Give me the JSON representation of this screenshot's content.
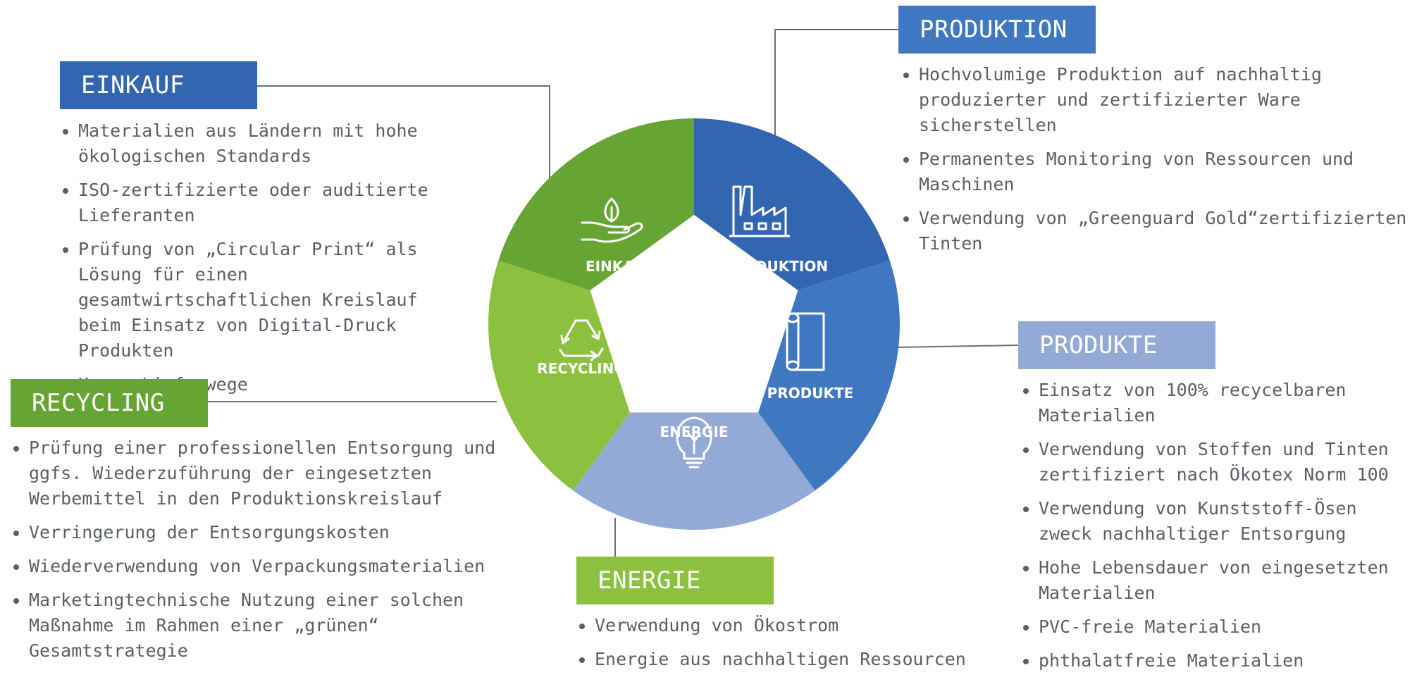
{
  "colors": {
    "einkauf": "#3366b0",
    "produktion": "#3f78c0",
    "produkte": "#93aad6",
    "energie": "#8cc13f",
    "recycling": "#66a534"
  },
  "wheel": {
    "segments": [
      {
        "key": "einkauf",
        "label": "EINKAUF",
        "icon": "hand-leaf-icon"
      },
      {
        "key": "produktion",
        "label": "PRODUKTION",
        "icon": "factory-icon"
      },
      {
        "key": "produkte",
        "label": "PRODUKTE",
        "icon": "fabric-roll-icon"
      },
      {
        "key": "energie",
        "label": "ENERGIE",
        "icon": "lightbulb-icon"
      },
      {
        "key": "recycling",
        "label": "RECYCLING",
        "icon": "recycle-icon"
      }
    ]
  },
  "sections": {
    "einkauf": {
      "title": "EINKAUF",
      "items": [
        "Materialien aus Ländern mit hohe ökologischen Standards",
        "ISO-zertifizierte oder auditierte Lieferanten",
        "Prüfung von „Circular Print“ als Lösung für einen gesamtwirtschaftlichen Kreislauf beim Einsatz von Digital-Druck Produkten",
        "Kurze Lieferwege"
      ]
    },
    "produktion": {
      "title": "PRODUKTION",
      "items": [
        "Hochvolumige Produktion auf nachhaltig produzierter und zertifizierter Ware sicherstellen",
        "Permanentes Monitoring von Ressourcen und Maschinen",
        "Verwendung von „Greenguard Gold“zertifizierten Tinten"
      ]
    },
    "produkte": {
      "title": "PRODUKTE",
      "items": [
        "Einsatz von 100% recycelbaren Materialien",
        "Verwendung von Stoffen und Tinten zertifiziert nach Ökotex Norm 100",
        "Verwendung von Kunststoff-Ösen zweck nachhaltiger Entsorgung",
        "Hohe Lebensdauer von eingesetzten Materialien",
        "PVC-freie Materialien",
        "phthalatfreie Materialien"
      ]
    },
    "recycling": {
      "title": "RECYCLING",
      "items": [
        "Prüfung einer professionellen Entsorgung und ggfs. Wiederzuführung der eingesetzten Werbemittel in den Produktionskreislauf",
        "Verringerung der Entsorgungskosten",
        "Wiederverwendung von Verpackungsmaterialien",
        "Marketingtechnische Nutzung einer solchen Maßnahme im Rahmen einer „grünen“ Gesamtstrategie"
      ]
    },
    "energie": {
      "title": "ENERGIE",
      "items": [
        "Verwendung von Ökostrom",
        "Energie aus nachhaltigen Ressourcen"
      ]
    }
  }
}
